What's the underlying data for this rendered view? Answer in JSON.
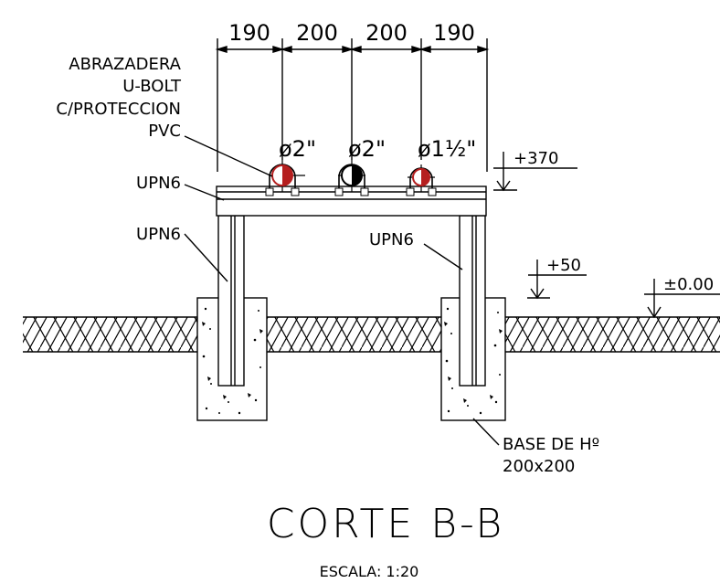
{
  "dimensions": [
    "190",
    "200",
    "200",
    "190"
  ],
  "pipes": [
    {
      "label": "ø2\""
    },
    {
      "label": "ø2\""
    },
    {
      "label": "ø1½\""
    }
  ],
  "callouts": {
    "clamp": [
      "ABRAZADERA",
      "U-BOLT",
      "C/PROTECCION",
      "PVC"
    ],
    "beam": "UPN6",
    "left_post": "UPN6",
    "right_post": "UPN6",
    "base": [
      "BASE DE Hº",
      "200x200"
    ]
  },
  "levels": {
    "top": "+370",
    "mid": "+50",
    "ground": "±0.00"
  },
  "title": "CORTE B-B",
  "scale": "ESCALA: 1:20",
  "colors": {
    "line": "#000000",
    "pipe_fill": "#b51f1f",
    "background": "#ffffff"
  }
}
